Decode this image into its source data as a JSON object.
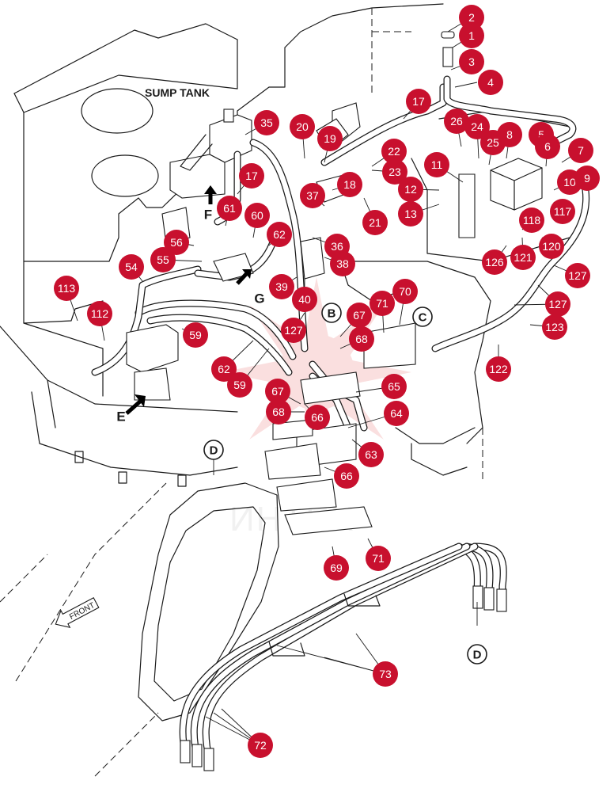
{
  "title": "SUMP TANK",
  "front_label": "FRONT",
  "watermark": "ИНТЕХ",
  "views": [
    {
      "id": "view-e",
      "label": "E"
    },
    {
      "id": "view-f",
      "label": "F"
    },
    {
      "id": "view-g",
      "label": "G"
    }
  ],
  "refs": [
    {
      "id": "ref-b",
      "label": "B"
    },
    {
      "id": "ref-c",
      "label": "C"
    },
    {
      "id": "ref-d-left",
      "label": "D"
    },
    {
      "id": "ref-d-bottom",
      "label": "D"
    }
  ],
  "callouts": [
    "2",
    "1",
    "3",
    "4",
    "17",
    "26",
    "24",
    "8",
    "5",
    "25",
    "6",
    "7",
    "10",
    "9",
    "35",
    "20",
    "19",
    "22",
    "23",
    "11",
    "12",
    "13",
    "17",
    "18",
    "37",
    "21",
    "61",
    "60",
    "62",
    "56",
    "36",
    "55",
    "54",
    "38",
    "39",
    "40",
    "113",
    "112",
    "71",
    "70",
    "67",
    "68",
    "127",
    "59",
    "62",
    "59",
    "65",
    "67",
    "68",
    "66",
    "64",
    "63",
    "66",
    "69",
    "71",
    "73",
    "72",
    "118",
    "117",
    "121",
    "120",
    "126",
    "127",
    "127",
    "123",
    "122"
  ]
}
